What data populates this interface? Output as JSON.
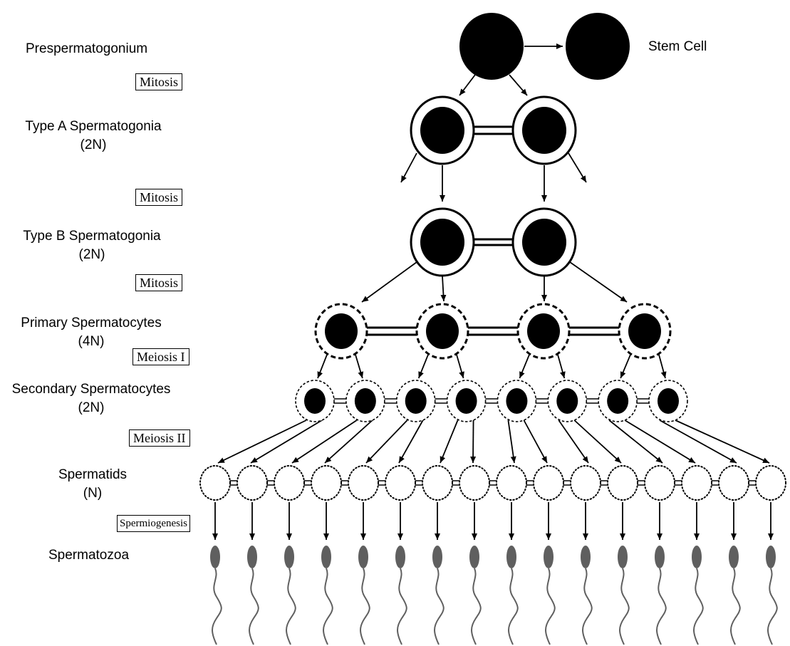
{
  "stages": {
    "prespermatogonium": "Prespermatogonium",
    "stem_cell": "Stem Cell",
    "type_a": "Type A Spermatogonia",
    "type_a_ploidy": "(2N)",
    "type_b": "Type B Spermatogonia",
    "type_b_ploidy": "(2N)",
    "primary": "Primary Spermatocytes",
    "primary_ploidy": "(4N)",
    "secondary": "Secondary Spermatocytes",
    "secondary_ploidy": "(2N)",
    "spermatids": "Spermatids",
    "spermatids_ploidy": "(N)",
    "spermatozoa": "Spermatozoa"
  },
  "processes": {
    "mitosis_1": "Mitosis",
    "mitosis_2": "Mitosis",
    "mitosis_3": "Mitosis",
    "meiosis_1": "Meiosis I",
    "meiosis_2": "Meiosis II",
    "spermiogenesis": "Spermiogenesis"
  },
  "cell_counts": {
    "prespermatogonium": 1,
    "stem_cell": 1,
    "type_a": 2,
    "type_b": 2,
    "primary": 4,
    "secondary": 8,
    "spermatids": 16,
    "spermatozoa": 16
  },
  "colors": {
    "nucleus": "#000000",
    "line": "#000000",
    "sperm": "#5f5f5f",
    "background": "#ffffff"
  }
}
